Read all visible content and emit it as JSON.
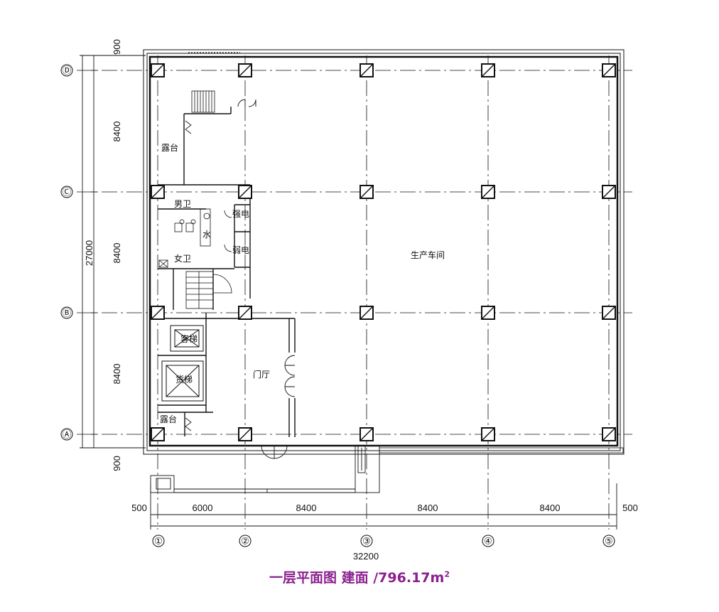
{
  "axes": {
    "columns": [
      "①",
      "②",
      "③",
      "④",
      "⑤"
    ],
    "rows": [
      "Ⓓ",
      "Ⓒ",
      "Ⓑ",
      "Ⓐ"
    ]
  },
  "dimensions": {
    "bottom": [
      "500",
      "6000",
      "8400",
      "8400",
      "8400",
      "500"
    ],
    "bottom_total": "32200",
    "left": [
      "900",
      "8400",
      "8400",
      "8400",
      "900"
    ],
    "left_total": "27000"
  },
  "rooms": {
    "terrace_top": "露台",
    "mens_wc": "男卫",
    "strong_electric": "强电",
    "water": "水",
    "weak_electric": "弱电",
    "womens_wc": "女卫",
    "passenger_lift": "客梯",
    "freight_lift": "货梯",
    "terrace_bottom": "露台",
    "lobby": "门厅",
    "workshop": "生产车间"
  },
  "title": {
    "text": "一层平面图 建面 /796.17m",
    "superscript": "2"
  },
  "colors": {
    "title": "#8a1f8f",
    "lines": "#111111"
  }
}
